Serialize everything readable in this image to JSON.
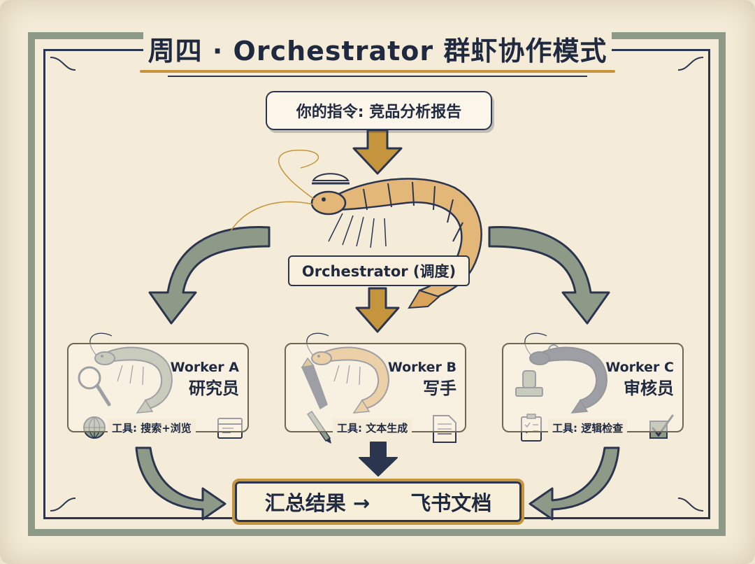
{
  "title": "周四 · Orchestrator 群虾协作模式",
  "command": "你的指令: 竞品分析报告",
  "orchestrator_label": "Orchestrator (调度)",
  "workers": [
    {
      "name": "Worker A",
      "role": "研究员",
      "tool": "工具: 搜索+浏览",
      "icon": "magnifier-icon",
      "shrimp_color": "#8d9a88"
    },
    {
      "name": "Worker B",
      "role": "写手",
      "tool": "工具: 文本生成",
      "icon": "fountain-pen-icon",
      "shrimp_color": "#d9a45a"
    },
    {
      "name": "Worker C",
      "role": "审核员",
      "tool": "工具: 逻辑检查",
      "icon": "stamp-icon",
      "shrimp_color": "#2b3550"
    }
  ],
  "result": {
    "label": "汇总结果 →",
    "target": "飞书文档"
  },
  "colors": {
    "navy": "#2b3550",
    "sage": "#8d9a88",
    "gold": "#c4953c",
    "paper": "#f4ecd8"
  }
}
